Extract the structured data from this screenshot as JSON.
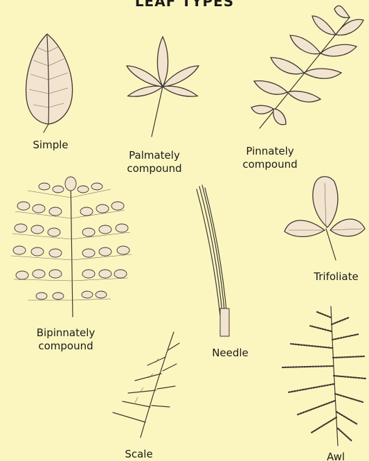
{
  "title": "LEAF TYPES",
  "labels": {
    "simple": "Simple",
    "palmately": "Palmately\ncompound",
    "pinnately": "Pinnately\ncompound",
    "bipinnately": "Bipinnately\ncompound",
    "needle": "Needle",
    "trifoliate": "Trifoliate",
    "scale": "Scale",
    "awl": "Awl"
  }
}
